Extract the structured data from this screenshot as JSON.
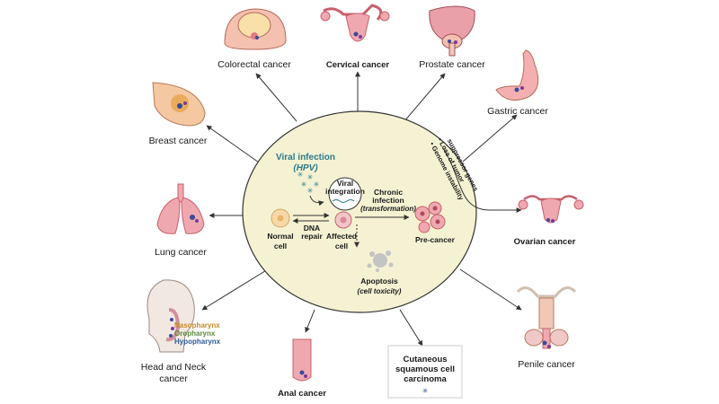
{
  "cancers": {
    "colorectal": "Colorectal cancer",
    "cervical": "Cervical cancer",
    "prostate": "Prostate cancer",
    "gastric": "Gastric cancer",
    "breast": "Breast cancer",
    "ovarian": "Ovarian cancer",
    "lung": "Lung cancer",
    "head_neck_1": "Head and Neck",
    "head_neck_2": "cancer",
    "anal": "Anal cancer",
    "cutaneous_1": "Cutaneous",
    "cutaneous_2": "squamous cell",
    "cutaneous_3": "carcinoma",
    "penile": "Penile cancer"
  },
  "head_regions": {
    "nasopharynx": "Nasopharynx",
    "oropharynx": "Oropharynx",
    "hypopharynx": "Hypopharynx"
  },
  "center": {
    "viral_infection": "Viral infection",
    "hpv": "(HPV)",
    "viral_integration_1": "Viral",
    "viral_integration_2": "integration",
    "chronic_1": "Chronic",
    "chronic_2": "infection",
    "chronic_3": "(transformation)",
    "dna_repair_1": "DNA",
    "dna_repair_2": "repair",
    "normal_cell_1": "Normal",
    "normal_cell_2": "cell",
    "affected_cell_1": "Affected",
    "affected_cell_2": "cell",
    "pre_cancer": "Pre-cancer",
    "apoptosis": "Apoptosis",
    "cell_toxicity": "(cell toxicity)",
    "bullet_1": "Genome instability",
    "bullet_2a": "Loss of tumor",
    "bullet_2b": "suppressor genes"
  },
  "colors": {
    "circle_fill": "#f4f2d2",
    "teal": "#2b7a8c",
    "naso": "#c78a2a",
    "oro": "#5a8a3a",
    "hypo": "#2f5a9a",
    "tissue_pink": "#e9a0a8",
    "tissue_dark": "#c8606c"
  }
}
